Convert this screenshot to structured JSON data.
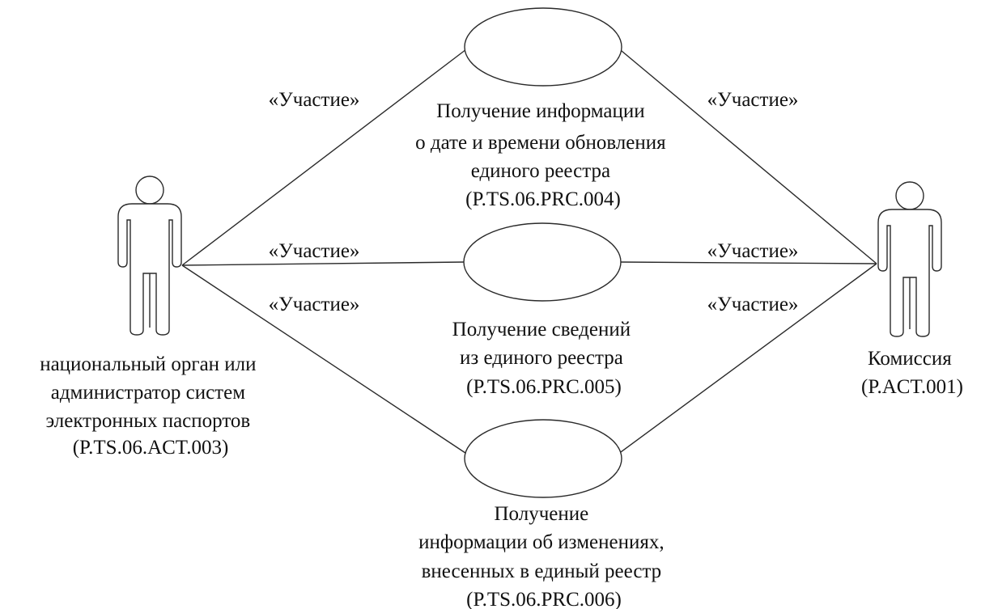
{
  "actors": [
    {
      "id": "actor_left",
      "label_lines": [
        "национальный орган или",
        "администратор систем",
        "электронных паспортов",
        "(P.TS.06.ACT.003)"
      ]
    },
    {
      "id": "actor_right",
      "label_lines": [
        "Комиссия",
        "(P.ACT.001)"
      ]
    }
  ],
  "use_cases": [
    {
      "id": "uc_004",
      "label_lines": [
        "Получение информации",
        "о дате и времени обновления",
        "единого реестра",
        "(P.TS.06.PRC.004)"
      ]
    },
    {
      "id": "uc_005",
      "label_lines": [
        "Получение сведений",
        "из единого реестра",
        "(P.TS.06.PRC.005)"
      ]
    },
    {
      "id": "uc_006",
      "label_lines": [
        "Получение",
        "информации об изменениях,",
        "внесенных в единый реестр",
        "(P.TS.06.PRC.006)"
      ]
    }
  ],
  "associations": [
    {
      "from": "actor_left",
      "to": "uc_004",
      "label": "«Участие»"
    },
    {
      "from": "actor_left",
      "to": "uc_005",
      "label": "«Участие»"
    },
    {
      "from": "actor_left",
      "to": "uc_006",
      "label": "«Участие»"
    },
    {
      "from": "actor_right",
      "to": "uc_004",
      "label": "«Участие»"
    },
    {
      "from": "actor_right",
      "to": "uc_005",
      "label": "«Участие»"
    },
    {
      "from": "actor_right",
      "to": "uc_006",
      "label": "«Участие»"
    }
  ]
}
